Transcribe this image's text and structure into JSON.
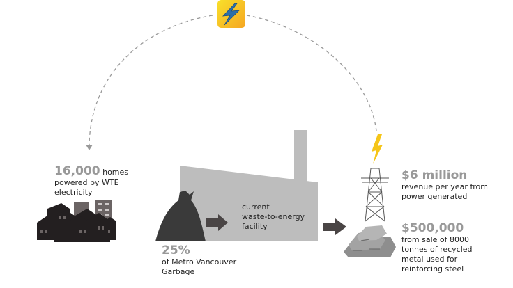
{
  "homes": {
    "value": "16,000",
    "unit": "homes",
    "desc": [
      "powered by WTE",
      "electricity"
    ]
  },
  "garbage": {
    "value": "25%",
    "desc": [
      "of Metro Vancouver",
      "Garbage"
    ]
  },
  "facility": {
    "label": [
      "current",
      "waste-to-energy",
      "facility"
    ]
  },
  "power_revenue": {
    "value": "$6 million",
    "desc": [
      "revenue per year from",
      "power generated"
    ]
  },
  "metal_revenue": {
    "value": "$500,000",
    "desc": [
      "from sale of 8000",
      "tonnes of recycled",
      "metal used for",
      "reinforcing steel"
    ]
  },
  "colors": {
    "value_gray": "#999999",
    "factory": "#bdbdbd",
    "arrow": "#4a4545",
    "icon_yellow": "#f7d21a",
    "icon_orange": "#f5a623",
    "bolt_blue": "#2d6ea8",
    "bolt_yellow": "#f5c518"
  },
  "icons": [
    "electricity-icon",
    "houses-icon",
    "garbage-bag-icon",
    "factory-icon",
    "transmission-tower-icon",
    "lightning-icon",
    "metal-ingots-icon"
  ]
}
